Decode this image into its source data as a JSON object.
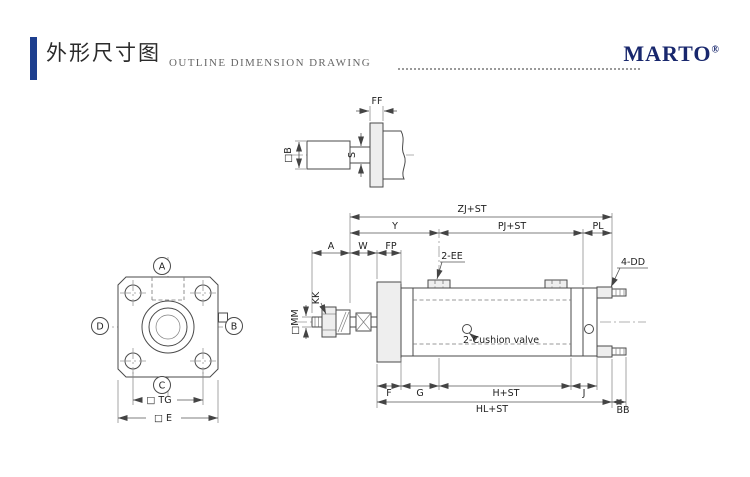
{
  "header": {
    "title_cn": "外形尺寸图",
    "title_en": "OUTLINE DIMENSION DRAWING",
    "brand": "MARTO",
    "brand_mark": "®"
  },
  "colors": {
    "accent": "#1e3f8f",
    "brand": "#18276d",
    "line": "#4a4a4a"
  },
  "top_view": {
    "dim_ff": "FF",
    "dim_b": "□B",
    "dim_s": "S"
  },
  "front_view": {
    "balloon_a": "A",
    "balloon_b": "B",
    "balloon_c": "C",
    "balloon_d": "D",
    "dim_tg": "□ TG",
    "dim_e": "□ E"
  },
  "side_view": {
    "dim_zj": "ZJ+ST",
    "dim_y": "Y",
    "dim_pj": "PJ+ST",
    "dim_pl": "PL",
    "dim_a": "A",
    "dim_w": "W",
    "dim_fp": "FP",
    "label_ee": "2-EE",
    "label_dd": "4-DD",
    "dim_kk": "KK",
    "dim_mm": "□MM",
    "label_cushion": "2-Cushion valve",
    "dim_f": "F",
    "dim_g": "G",
    "dim_h": "H+ST",
    "dim_j": "J",
    "dim_hl": "HL+ST",
    "dim_bb": "BB"
  }
}
